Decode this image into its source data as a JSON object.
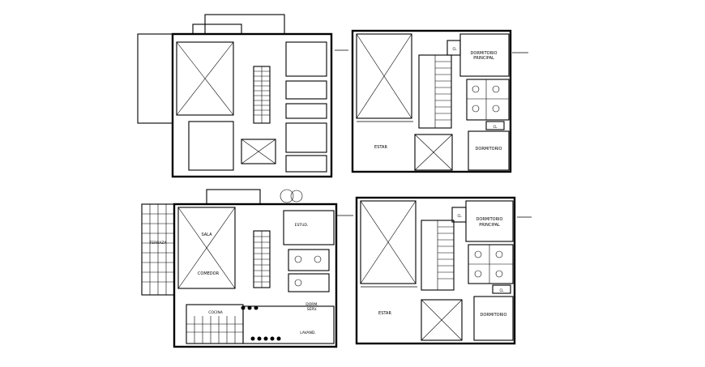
{
  "drawing": {
    "plan_top_left": {
      "rooms": []
    },
    "plan_top_right": {
      "labels": {
        "cl_top": "CL",
        "master_1": "DORMITORIO",
        "master_2": "PRINCIPAL",
        "estar": "ESTAR",
        "dormitorio": "DORMITORIO",
        "cl_mid": "CL"
      }
    },
    "plan_bottom_left": {
      "labels": {
        "sala": "SALA",
        "comedor": "COMEDOR",
        "terraza": "TERRAZA",
        "estudio": "ESTUD.",
        "cocina": "COCINA",
        "dorm_1": "DORM.",
        "dorm_2": "SERV.",
        "lavand": "LAVAND."
      }
    },
    "plan_bottom_right": {
      "labels": {
        "cl_top": "CL",
        "master_1": "DORMITORIO",
        "master_2": "PRINCIPAL",
        "estar": "ESTAR",
        "dormitorio": "DORMITORIO",
        "cl_mid": "CL"
      }
    }
  }
}
